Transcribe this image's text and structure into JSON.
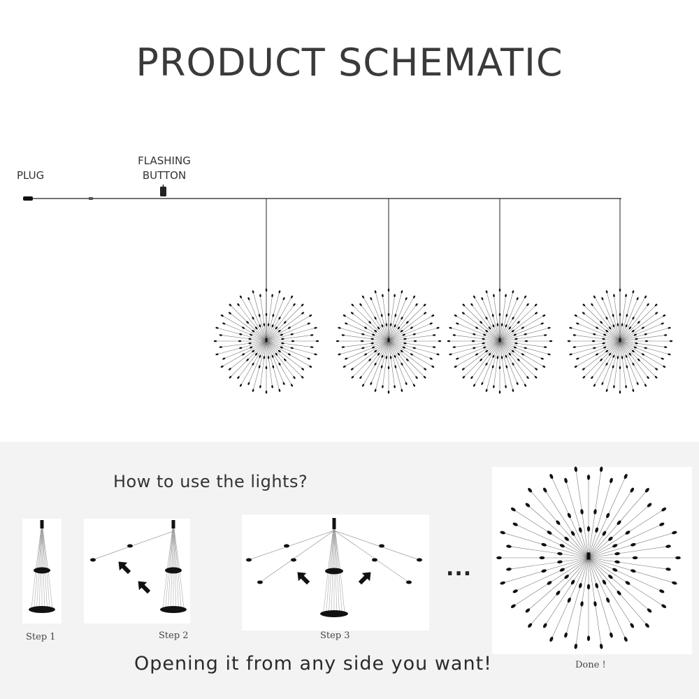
{
  "title": "PRODUCT SCHEMATIC",
  "labels": {
    "plug": "PLUG",
    "flashing_button_line1": "FLASHING",
    "flashing_button_line2": "BUTTON"
  },
  "instructions": {
    "heading": "How to use the lights?",
    "steps": [
      "Step 1",
      "Step 2",
      "Step 3"
    ],
    "ellipsis": "...",
    "done": "Done !",
    "footer": "Opening it from any side you want!"
  },
  "colors": {
    "ink": "#1a1a1a",
    "title": "#3a3a3a",
    "panel": "#f3f3f3"
  },
  "icons": [
    "plug-icon",
    "flashing-button-icon",
    "firework-light-icon",
    "arrow-icon"
  ]
}
